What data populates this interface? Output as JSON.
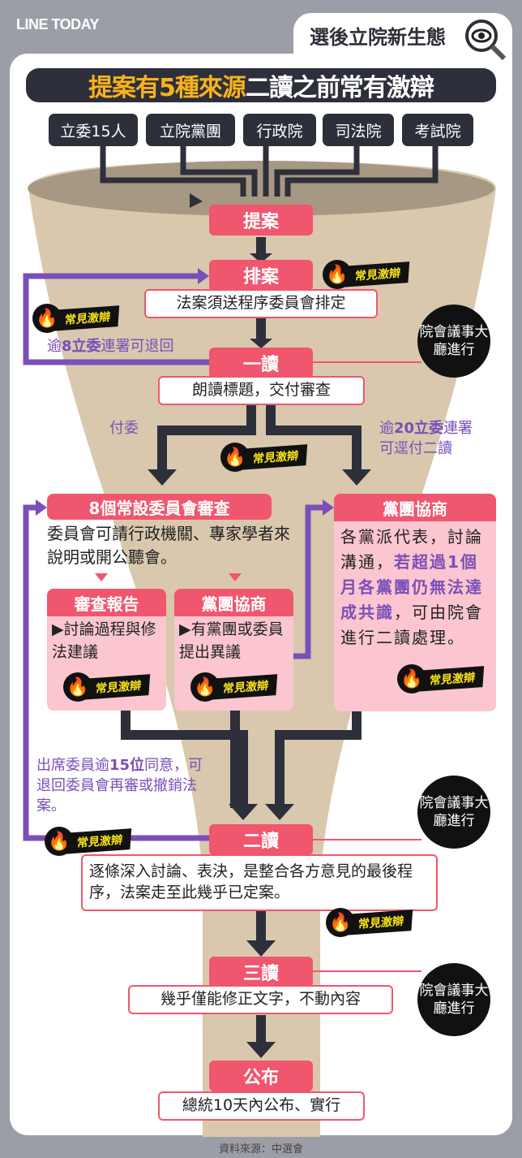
{
  "brand": "LINE TODAY",
  "series_title": "選後立院新生態",
  "title": {
    "highlight": "提案有5種來源",
    "rest": "二讀之前常有激辯"
  },
  "sources": [
    "立委15人",
    "立院黨團",
    "行政院",
    "司法院",
    "考試院"
  ],
  "badge_label": "常見激辯",
  "steps": {
    "proposal": "提案",
    "schedule": "排案",
    "schedule_note": "法案須送程序委員會排定",
    "schedule_return": {
      "pre": "逾",
      "bold": "8立委",
      "post": "連署可退回"
    },
    "first": "一讀",
    "first_note": "朗讀標題，交付審查",
    "to_committee": "付委",
    "direct": {
      "pre": "逾",
      "bold": "20立委",
      "post": "連署",
      "line2": "可逕付二讀"
    },
    "committee": {
      "header": "8個常設委員會審查",
      "note": "委員會可請行政機關、專家學者來說明或開公聽會。",
      "report": {
        "header": "審查報告",
        "text": "▶討論過程與修法建議"
      },
      "caucus": {
        "header": "黨團協商",
        "text": "▶有黨團或委員提出異議"
      }
    },
    "negotiation": {
      "header": "黨團協商",
      "text1": "各黨派代表，討論溝通，",
      "highlight": "若超過1個月各黨團仍無法達成共識",
      "text2": "，可由院會進行二讀處理。"
    },
    "return15": {
      "pre": "出席委員逾",
      "bold": "15位",
      "post": "同意，可退回委員會再審或撤銷法案。"
    },
    "second": "二讀",
    "second_note": "逐條深入討論、表決，是整合各方意見的最後程序，法案走至此幾乎已定案。",
    "third": "三讀",
    "third_note": "幾乎僅能修正文字，不動內容",
    "promulgate": "公布",
    "promulgate_note": "總統10天內公布、實行"
  },
  "plenary": "院會議事大廳進行",
  "footer": "資料來源：中選會"
}
